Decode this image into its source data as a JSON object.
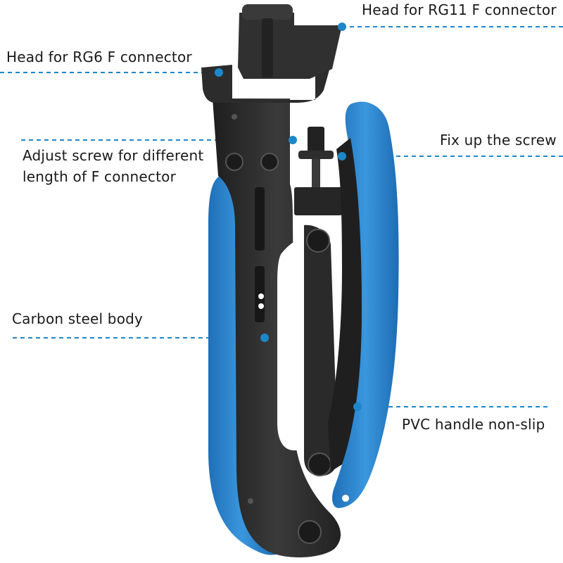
{
  "callouts": {
    "rg11_head": "Head for RG11 F connector",
    "rg6_head": "Head for RG6 F connector",
    "fix_screw": "Fix up the screw",
    "adjust_screw": {
      "line1": "Adjust screw for different",
      "line2": "length of F connector"
    },
    "carbon_body": "Carbon steel body",
    "pvc_handle": "PVC handle non-slip"
  },
  "colors": {
    "accent_blue": "#1c87c9",
    "handle_blue": "#2f88d2",
    "tool_black": "#2b2b2b",
    "text": "#1a1a1a"
  },
  "icons": {
    "product": "compression-crimp-tool-icon"
  }
}
